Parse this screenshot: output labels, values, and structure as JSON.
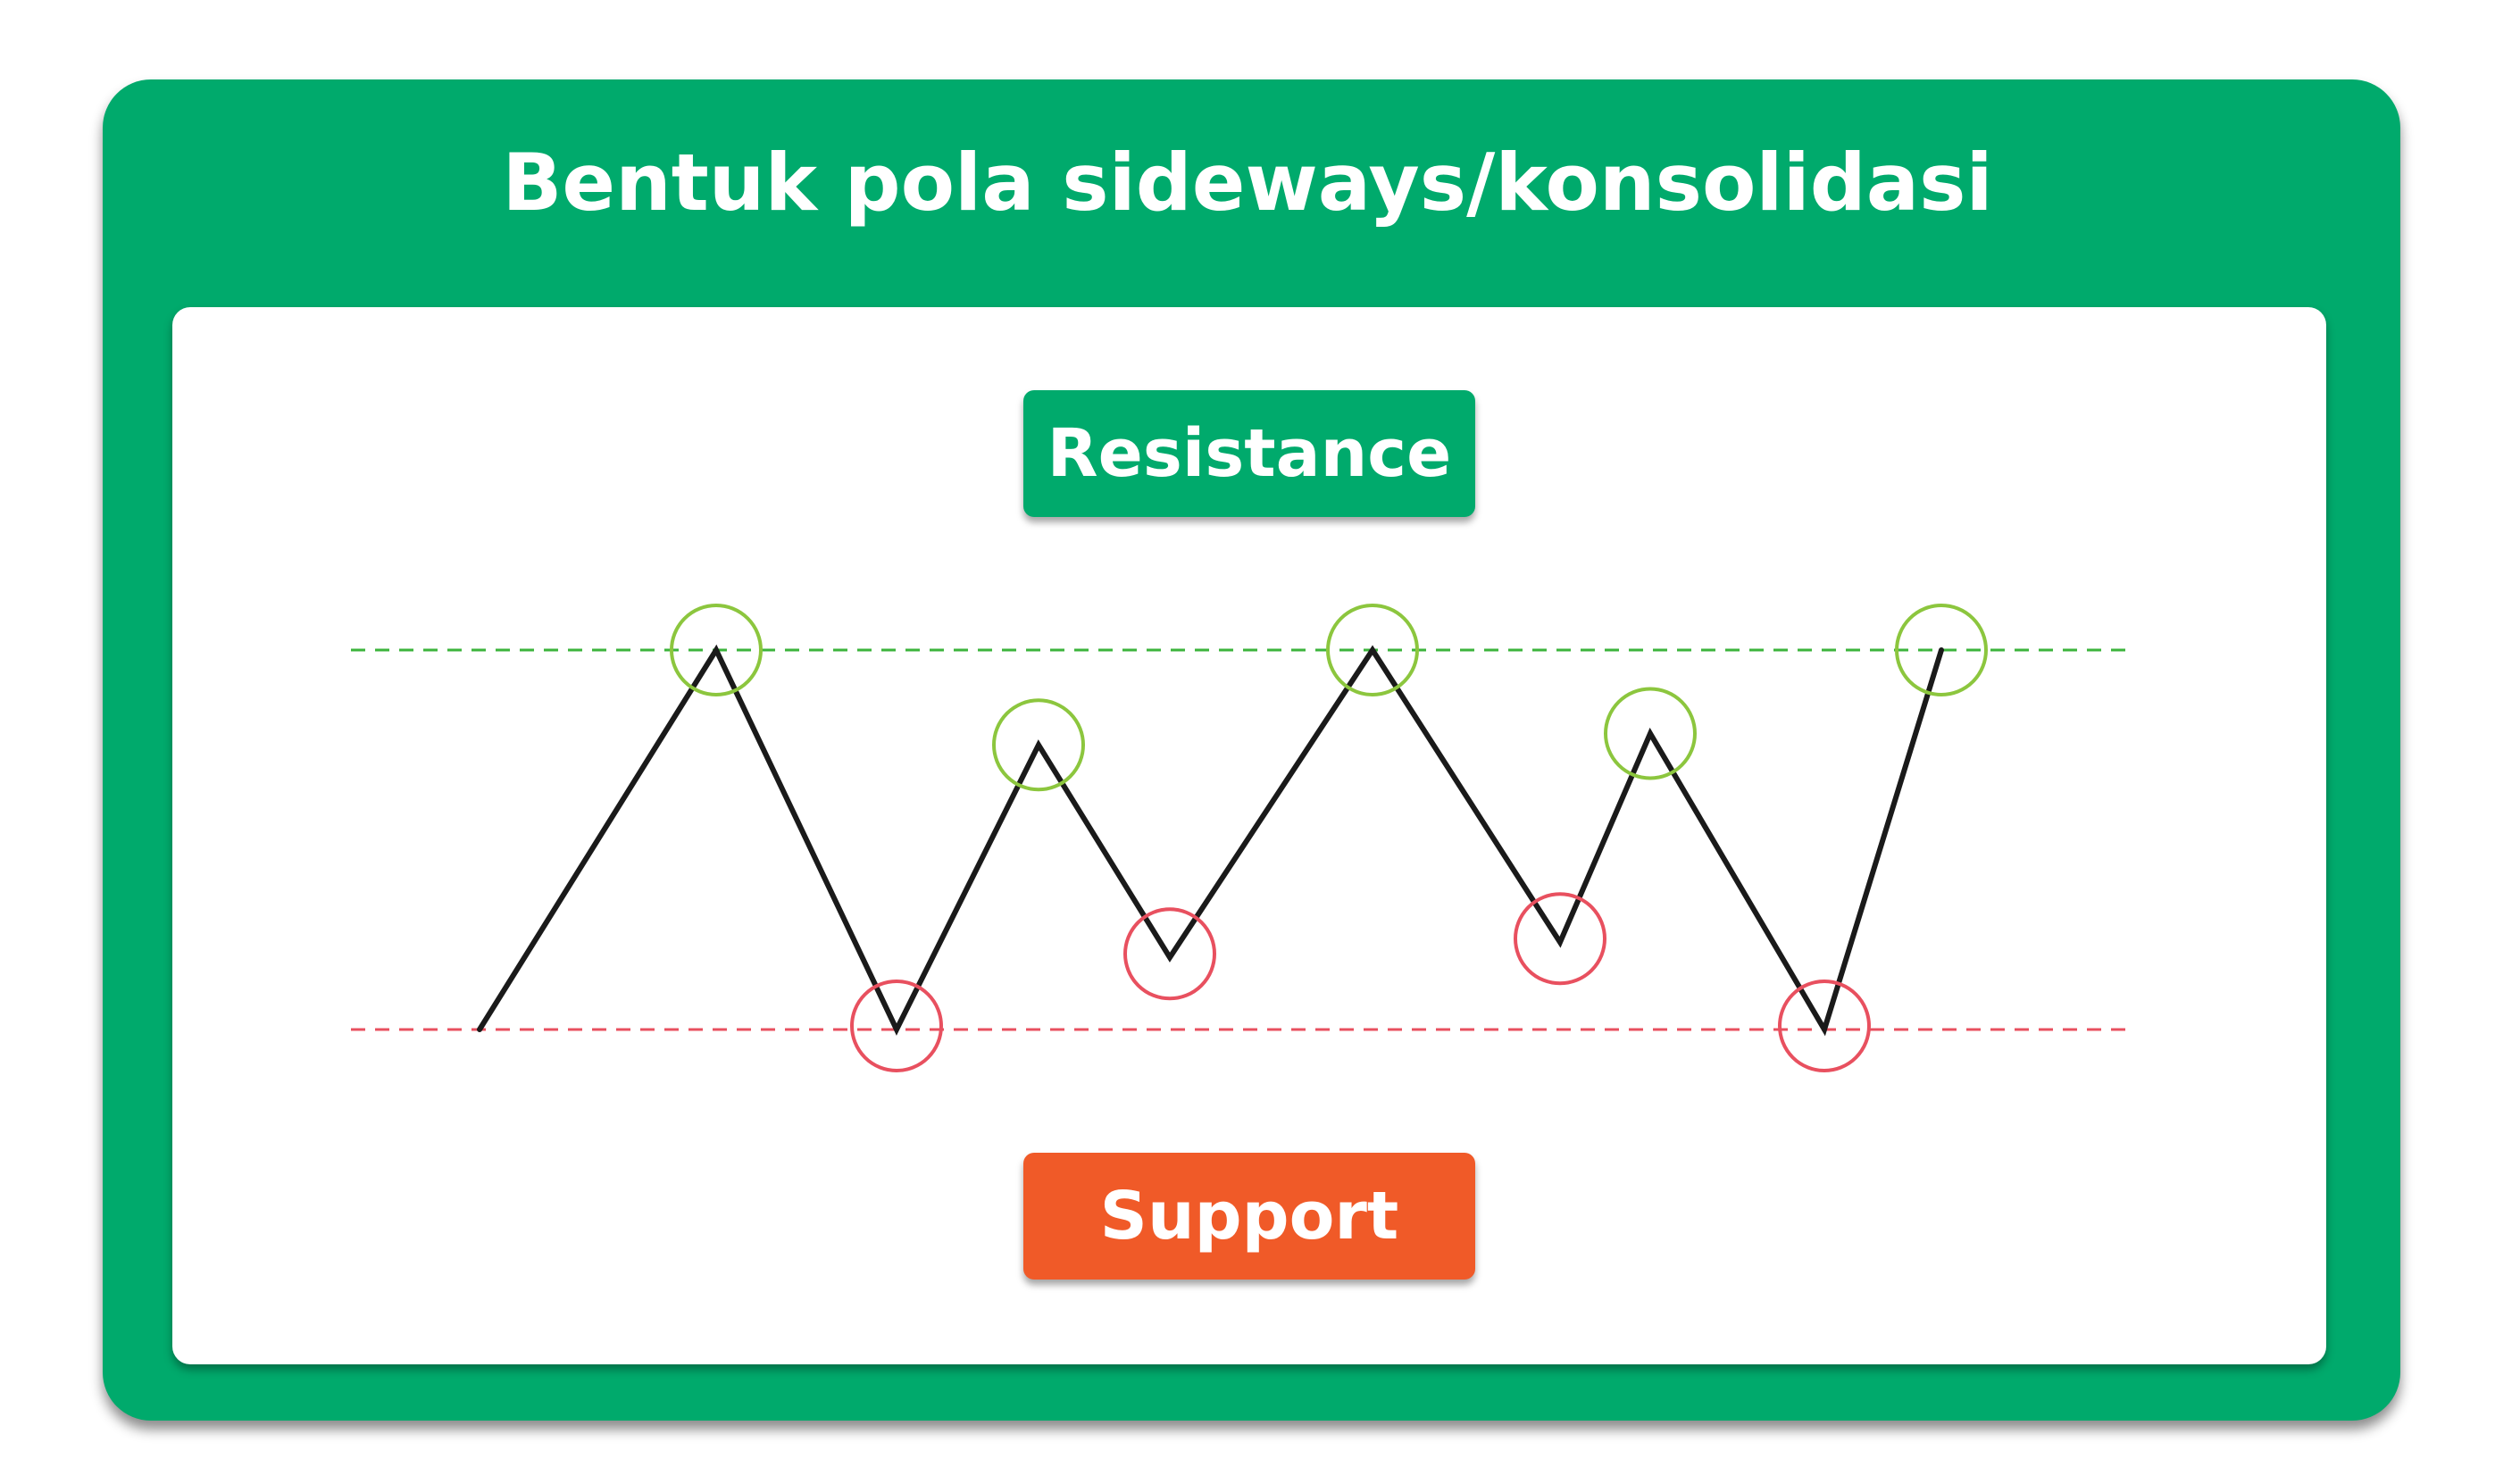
{
  "title": "Bentuk pola sideways/konsolidasi",
  "labels": {
    "resistance": "Resistance",
    "support": "Support"
  },
  "colors": {
    "background_green": "#00aa6c",
    "resistance_green": "#00aa6c",
    "support_orange": "#f05a28",
    "resistance_line": "#3cb43c",
    "support_line": "#e8505f",
    "peak_circle": "#8cc63e",
    "trough_circle": "#e8505f",
    "price_line": "#1a1a1a"
  },
  "chart_data": {
    "type": "line",
    "levels": {
      "resistance": 1,
      "support": 0
    },
    "price_path": [
      0,
      1,
      0,
      0.75,
      0.19,
      1,
      0.23,
      0.78,
      0,
      1
    ],
    "markers": [
      {
        "point": 1,
        "kind": "peak"
      },
      {
        "point": 2,
        "kind": "trough"
      },
      {
        "point": 3,
        "kind": "peak"
      },
      {
        "point": 4,
        "kind": "trough"
      },
      {
        "point": 5,
        "kind": "peak"
      },
      {
        "point": 6,
        "kind": "trough"
      },
      {
        "point": 7,
        "kind": "peak"
      },
      {
        "point": 8,
        "kind": "trough"
      },
      {
        "point": 9,
        "kind": "peak"
      }
    ]
  }
}
